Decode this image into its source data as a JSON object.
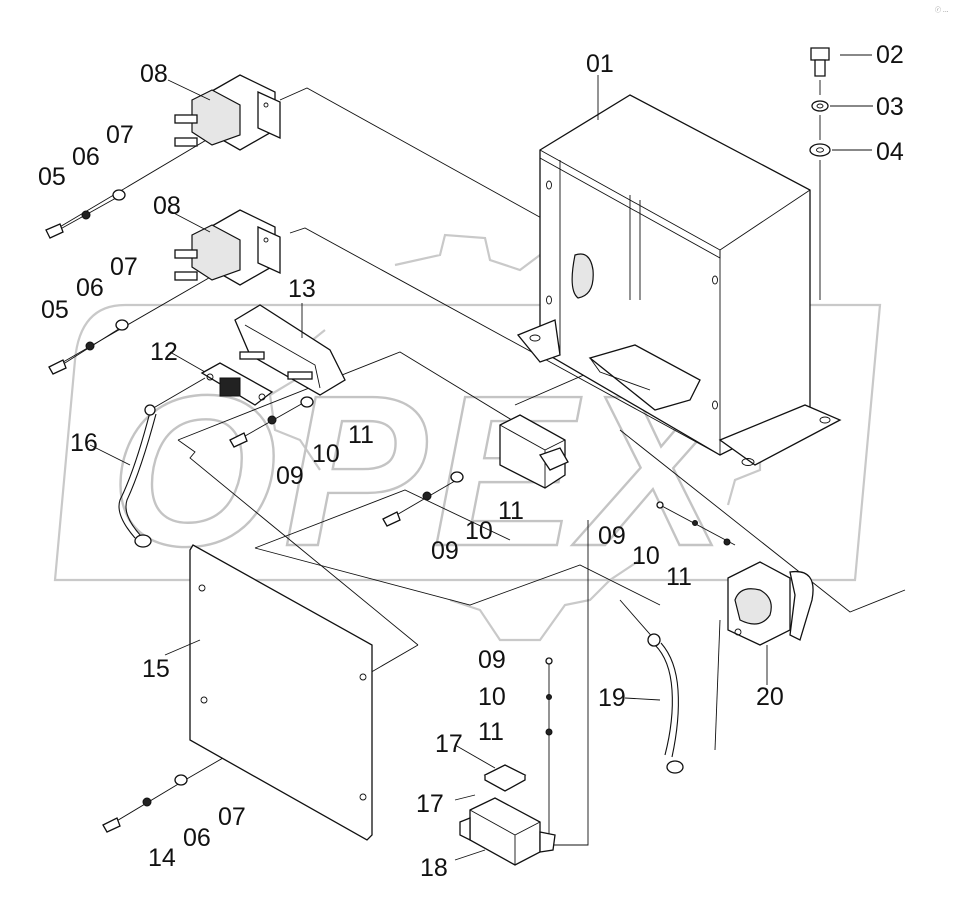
{
  "watermark": {
    "text": "OPEX"
  },
  "corner_note": "ⓡ ...",
  "callouts": [
    {
      "id": "01"
    },
    {
      "id": "02"
    },
    {
      "id": "03"
    },
    {
      "id": "04"
    },
    {
      "id": "05"
    },
    {
      "id": "06"
    },
    {
      "id": "07"
    },
    {
      "id": "08"
    },
    {
      "id": "05"
    },
    {
      "id": "06"
    },
    {
      "id": "07"
    },
    {
      "id": "08"
    },
    {
      "id": "13"
    },
    {
      "id": "12"
    },
    {
      "id": "11"
    },
    {
      "id": "10"
    },
    {
      "id": "09"
    },
    {
      "id": "16"
    },
    {
      "id": "11"
    },
    {
      "id": "10"
    },
    {
      "id": "09"
    },
    {
      "id": "09"
    },
    {
      "id": "10"
    },
    {
      "id": "11"
    },
    {
      "id": "20"
    },
    {
      "id": "15"
    },
    {
      "id": "09"
    },
    {
      "id": "10"
    },
    {
      "id": "11"
    },
    {
      "id": "19"
    },
    {
      "id": "17"
    },
    {
      "id": "17"
    },
    {
      "id": "18"
    },
    {
      "id": "07"
    },
    {
      "id": "06"
    },
    {
      "id": "14"
    }
  ]
}
